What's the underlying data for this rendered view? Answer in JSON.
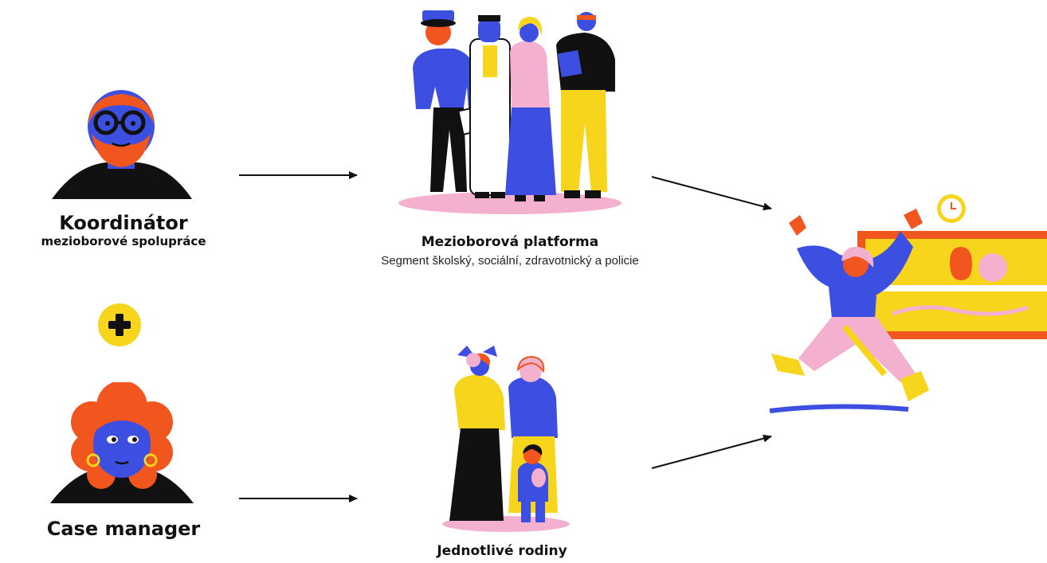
{
  "nodes": {
    "coordinator": {
      "title": "Koordinátor",
      "subtitle": "mezioborové spolupráce"
    },
    "case_manager": {
      "title": "Case manager"
    },
    "platform": {
      "title": "Mezioborová platforma",
      "subtitle": "Segment školský, sociální, zdravotnický a policie"
    },
    "families": {
      "title": "Jednotlivé rodiny"
    }
  },
  "plus_icon": "plus-icon",
  "colors": {
    "blue": "#3d4fe0",
    "orange": "#f0561d",
    "yellow": "#f7d51d",
    "pink": "#f3b0cf",
    "black": "#111111"
  }
}
